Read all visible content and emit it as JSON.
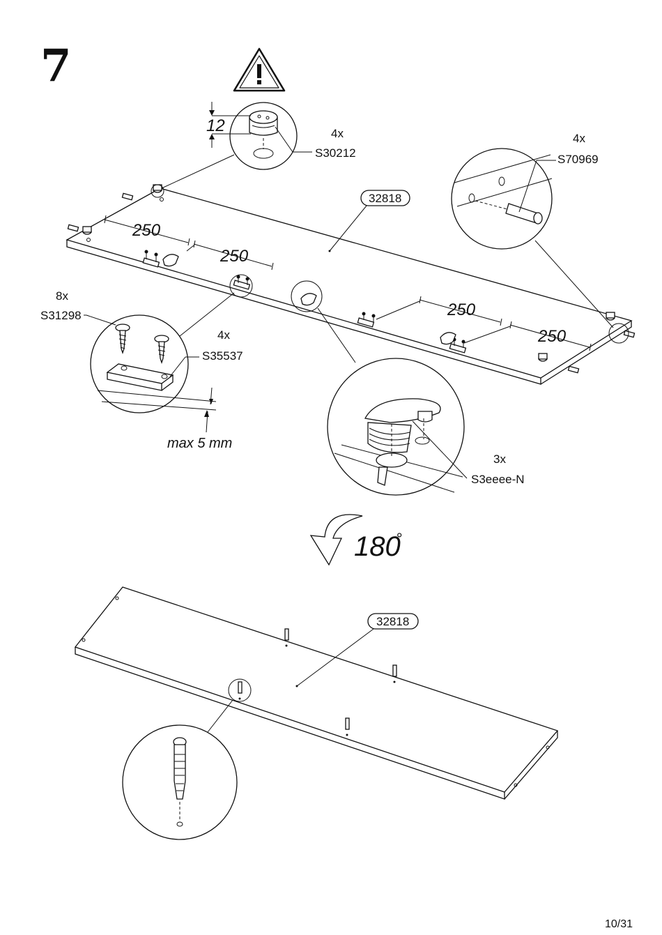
{
  "step_number": "7",
  "warning_icon": "warning-triangle-icon",
  "parts": {
    "panel_code_top": "32818",
    "panel_code_bottom": "32818",
    "cam_lock": {
      "qty": "4x",
      "code": "S30212",
      "depth": "12"
    },
    "dowel": {
      "qty": "4x",
      "code": "S70969"
    },
    "screw": {
      "qty": "8x",
      "code": "S31298"
    },
    "connector_plate": {
      "qty": "4x",
      "code": "S35537",
      "tolerance": "max 5 mm"
    },
    "clip": {
      "qty": "3x",
      "code": "S3eeee-N"
    }
  },
  "dimensions": {
    "d1": "250",
    "d2": "250",
    "d3": "250",
    "d4": "250"
  },
  "rotation": "180",
  "rotation_unit": "°",
  "page_number": "10/31"
}
